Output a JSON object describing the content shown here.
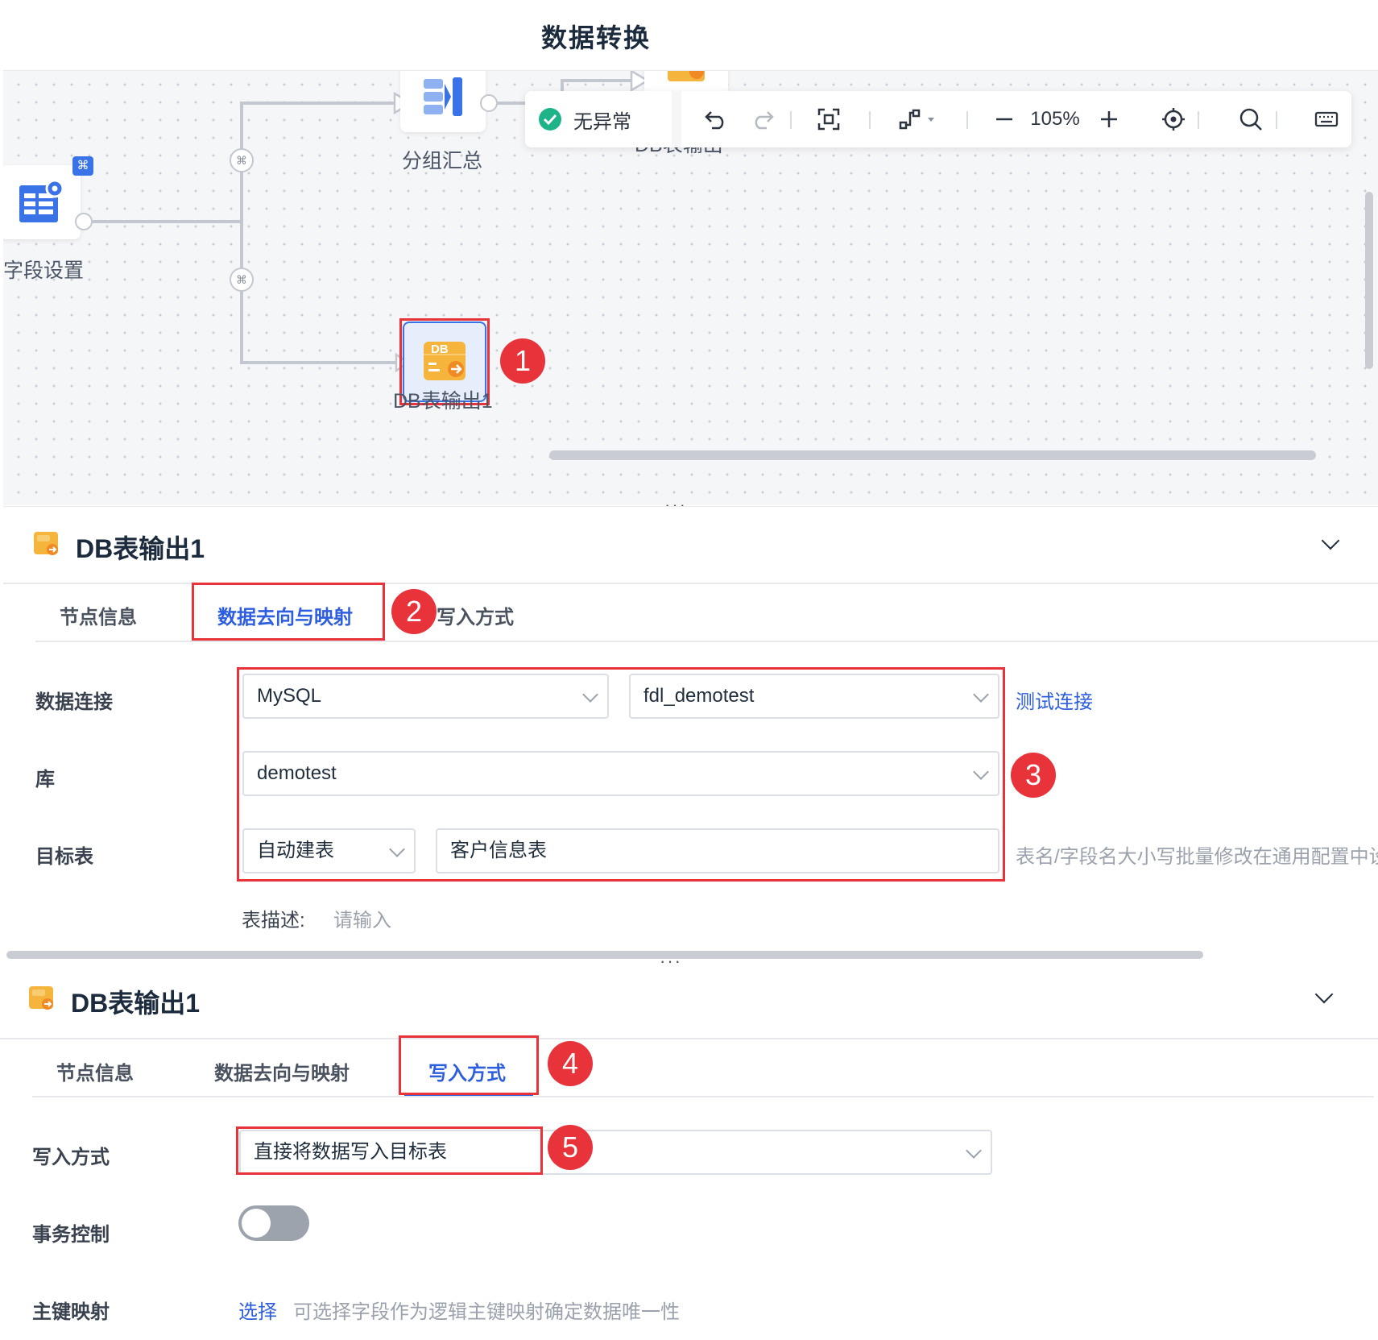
{
  "page": {
    "title": "数据转换"
  },
  "canvas": {
    "nodes": {
      "field_settings": {
        "label": "字段设置"
      },
      "group_summary": {
        "label": "分组汇总"
      },
      "db_output_top": {
        "label": "DB表输出"
      },
      "db_output_1": {
        "label": "DB表输出1",
        "icon_text": "DB"
      }
    },
    "annotation_1": "1"
  },
  "toolbar": {
    "status": "无异常",
    "zoom": "105%",
    "icons": [
      "check-circle-icon",
      "undo-icon",
      "redo-icon",
      "fit-view-icon",
      "layout-icon",
      "zoom-out-icon",
      "zoom-in-icon",
      "locate-icon",
      "search-icon",
      "keyboard-icon"
    ]
  },
  "panel1": {
    "title": "DB表输出1",
    "tabs": [
      "节点信息",
      "数据去向与映射",
      "写入方式"
    ],
    "active_tab": "数据去向与映射",
    "annotation_2": "2",
    "annotation_3": "3",
    "fields": {
      "connection_label": "数据连接",
      "connection_type": "MySQL",
      "connection_name": "fdl_demotest",
      "test_link": "测试连接",
      "db_label": "库",
      "db_value": "demotest",
      "target_label": "目标表",
      "target_mode": "自动建表",
      "target_table": "客户信息表",
      "target_hint": "表名/字段名大小写批量修改在通用配置中设",
      "desc_label": "表描述:",
      "desc_placeholder": "请输入"
    }
  },
  "panel2": {
    "title": "DB表输出1",
    "tabs": [
      "节点信息",
      "数据去向与映射",
      "写入方式"
    ],
    "active_tab": "写入方式",
    "annotation_4": "4",
    "annotation_5": "5",
    "fields": {
      "write_label": "写入方式",
      "write_value": "直接将数据写入目标表",
      "txn_label": "事务控制",
      "txn_on": false,
      "pk_label": "主键映射",
      "pk_link": "选择",
      "pk_hint": "可选择字段作为逻辑主键映射确定数据唯一性"
    }
  },
  "colors": {
    "accent": "#2d5ee0",
    "annotation": "#e8333b",
    "success": "#1fb38a"
  }
}
